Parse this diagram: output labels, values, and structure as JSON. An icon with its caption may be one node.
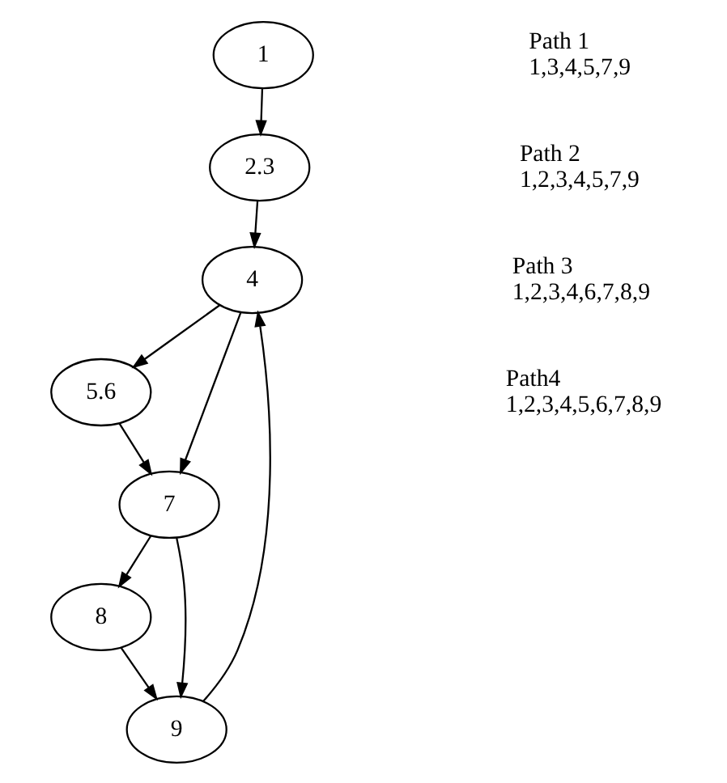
{
  "diagram": {
    "nodes": [
      {
        "text": [
          "1"
        ]
      },
      {
        "text": [
          "2.3"
        ]
      },
      {
        "text": [
          "4"
        ]
      },
      {
        "text": [
          "5.6"
        ]
      },
      {
        "text": [
          "7"
        ]
      },
      {
        "text": [
          "8"
        ]
      },
      {
        "text": [
          "9"
        ]
      }
    ],
    "edges": [
      {
        "from": 0,
        "to": 1,
        "arrow": "to"
      },
      {
        "from": 1,
        "to": 2,
        "arrow": "to"
      },
      {
        "from": 2,
        "to": 3,
        "arrow": "to"
      },
      {
        "from": 2,
        "to": 4,
        "arrow": "to"
      },
      {
        "from": 3,
        "to": 4,
        "arrow": "to"
      },
      {
        "from": 4,
        "to": 5,
        "arrow": "to"
      },
      {
        "from": 4,
        "to": 6,
        "arrow": "to"
      },
      {
        "from": 5,
        "to": 6,
        "arrow": "to"
      },
      {
        "from": 6,
        "to": 2,
        "arrow": "to"
      }
    ],
    "labels": [
      "Path 1",
      "1,3,4,5,7,9",
      "Path 2",
      "1,2,3,4,5,7,9",
      "Path 3",
      "1,2,3,4,6,7,8,9",
      "Path4",
      "1,2,3,4,5,6,7,8,9"
    ]
  }
}
